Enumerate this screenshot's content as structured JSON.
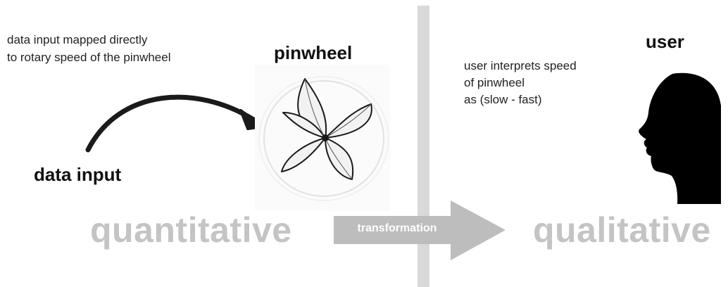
{
  "texts": {
    "note_left_line1": "data input mapped directly",
    "note_left_line2": "to rotary speed of the pinwheel",
    "pinwheel_title": "pinwheel",
    "data_input_label": "data input",
    "note_right_line1": "user interprets speed",
    "note_right_line2": "of pinwheel",
    "note_right_line3": "as (slow - fast)",
    "user_title": "user",
    "quantitative": "quantitative",
    "qualitative": "qualitative",
    "transformation": "transformation"
  },
  "colors": {
    "divider": "#d9d9d9",
    "big_words": "#c4c4c4",
    "arrow_fill": "#bdbdbd",
    "silhouette": "#000000",
    "curve_arrow": "#1a1a1a"
  },
  "icons": {
    "pinwheel": "pinwheel-sketch-icon",
    "user": "head-silhouette-icon",
    "input_arrow": "curved-arrow-icon",
    "transformation_arrow": "right-arrow-icon"
  }
}
